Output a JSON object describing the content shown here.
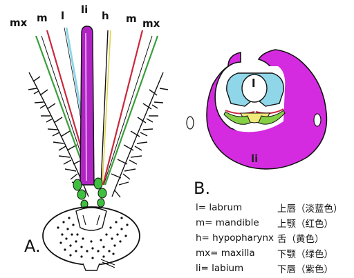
{
  "part_labels": {
    "mx_left": "mx",
    "m_left": "m",
    "l": "l",
    "li": "li",
    "h": "h",
    "m_right": "m",
    "mx_right": "mx"
  },
  "panel_labels": {
    "a": "A.",
    "b": "B."
  },
  "section_labels": {
    "labrum": "l",
    "labium": "li"
  },
  "legend": [
    {
      "en": "l= labrum",
      "zh": "上唇（淡蓝色）"
    },
    {
      "en": "m= mandible",
      "zh": "上颚（红色）"
    },
    {
      "en": "h= hypopharynx",
      "zh": "舌（黄色）"
    },
    {
      "en": "mx= maxilla",
      "zh": "下颚（绿色）"
    },
    {
      "en": "li= labium",
      "zh": "下唇（紫色）"
    }
  ],
  "colors": {
    "labrum": "#8fd6e8",
    "mandible": "#c8283c",
    "hypopharynx": "#e0d44a",
    "maxilla": "#3a9e3a",
    "labium": "#d42be0",
    "outline": "#111111"
  }
}
